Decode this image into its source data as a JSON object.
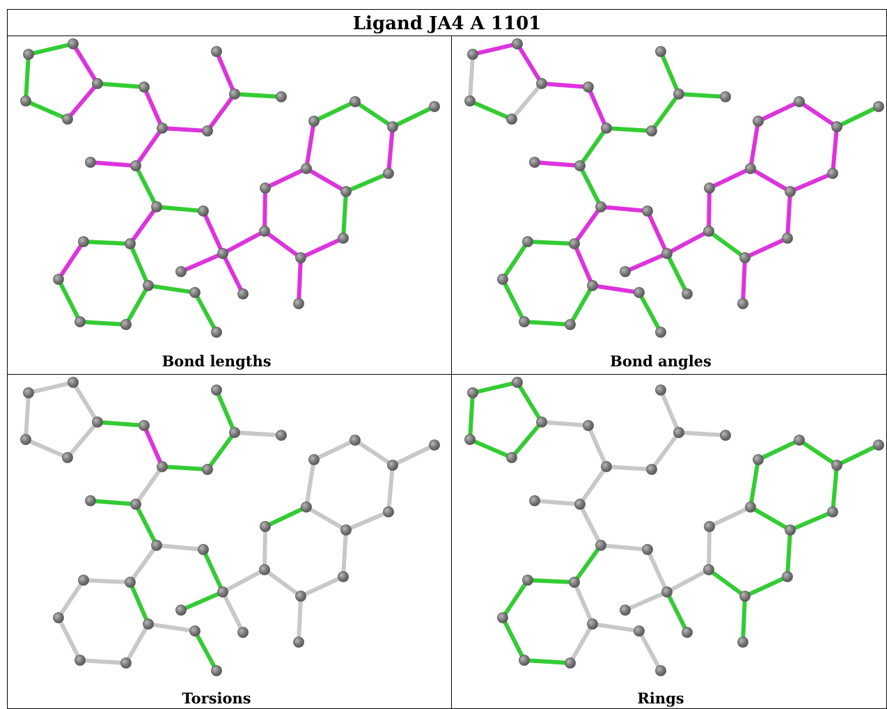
{
  "title": "Ligand JA4 A 1101",
  "panels": [
    {
      "caption": "Bond lengths",
      "bond_colors": [
        "g",
        "m",
        "m",
        "g",
        "g",
        "g",
        "m",
        "m",
        "m",
        "m",
        "g",
        "m",
        "m",
        "g",
        "g",
        "m",
        "m",
        "m",
        "m",
        "g",
        "m",
        "g",
        "g",
        "g",
        "g",
        "g",
        "g",
        "m",
        "m",
        "m",
        "m",
        "g",
        "g",
        "m",
        "g",
        "m",
        "g",
        "m",
        "m",
        "m",
        "g"
      ]
    },
    {
      "caption": "Bond angles",
      "bond_colors": [
        "m",
        "m",
        "n",
        "g",
        "n",
        "m",
        "m",
        "g",
        "g",
        "g",
        "g",
        "g",
        "m",
        "g",
        "m",
        "m",
        "m",
        "g",
        "m",
        "g",
        "g",
        "g",
        "g",
        "g",
        "m",
        "m",
        "g",
        "m",
        "m",
        "m",
        "m",
        "m",
        "m",
        "m",
        "m",
        "m",
        "m",
        "m",
        "g",
        "m",
        "g"
      ]
    },
    {
      "caption": "Torsions",
      "bond_colors": [
        "n",
        "n",
        "n",
        "n",
        "n",
        "g",
        "m",
        "g",
        "g",
        "g",
        "n",
        "n",
        "g",
        "g",
        "n",
        "g",
        "g",
        "n",
        "n",
        "n",
        "n",
        "n",
        "n",
        "n",
        "g",
        "n",
        "g",
        "n",
        "n",
        "g",
        "n",
        "n",
        "n",
        "n",
        "n",
        "n",
        "n",
        "n",
        "n",
        "n",
        "n"
      ]
    },
    {
      "caption": "Rings",
      "bond_colors": [
        "g",
        "g",
        "g",
        "g",
        "g",
        "n",
        "n",
        "n",
        "n",
        "n",
        "n",
        "n",
        "n",
        "n",
        "n",
        "n",
        "n",
        "g",
        "g",
        "g",
        "g",
        "g",
        "g",
        "n",
        "n",
        "n",
        "n",
        "n",
        "n",
        "n",
        "g",
        "g",
        "g",
        "g",
        "g",
        "g",
        "g",
        "g",
        "g",
        "g",
        "g"
      ]
    }
  ],
  "colors": {
    "g": "#33cc33",
    "m": "#dd33dd",
    "n": "#c8c8c8",
    "atom": "#7a7a7a"
  }
}
